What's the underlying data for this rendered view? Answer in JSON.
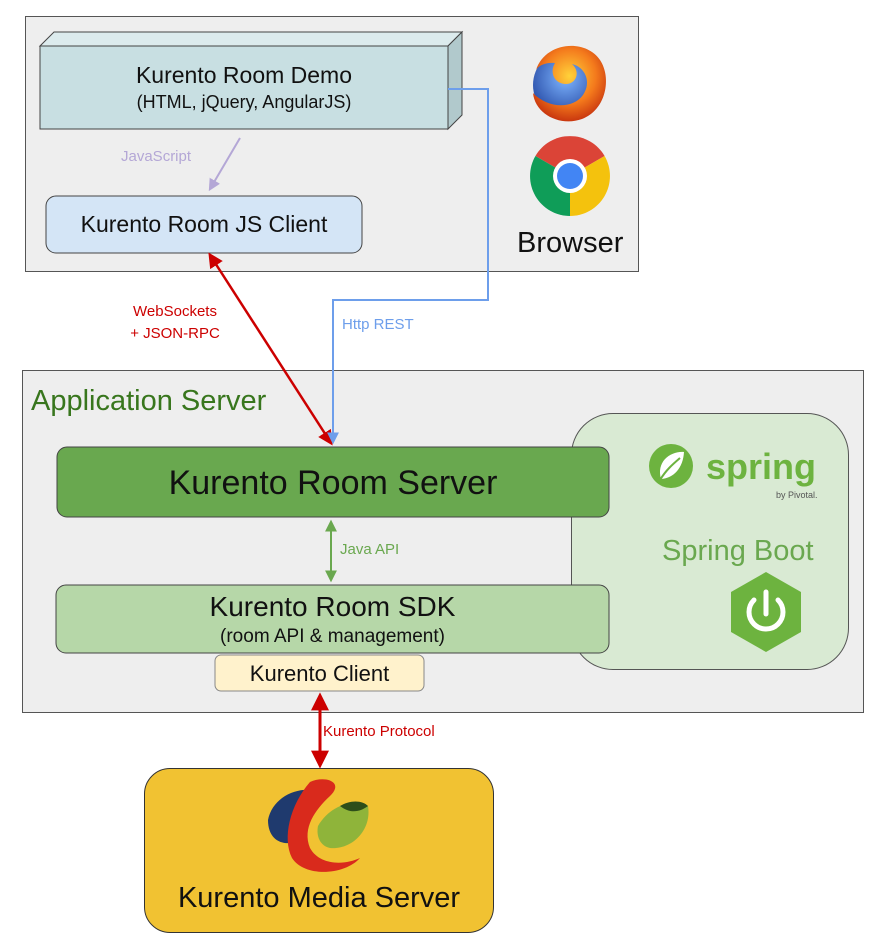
{
  "browser_panel": {
    "label": "Browser",
    "demo_box": {
      "title": "Kurento Room Demo",
      "subtitle": "(HTML, jQuery, AngularJS)"
    },
    "js_client": "Kurento Room JS Client",
    "javascript_label": "JavaScript",
    "icons": [
      "firefox-logo",
      "chrome-logo"
    ]
  },
  "connections": {
    "websockets": "WebSockets",
    "jsonrpc": "+ JSON-RPC",
    "http_rest": "Http REST",
    "java_api": "Java API",
    "kurento_protocol": "Kurento Protocol"
  },
  "app_server": {
    "label": "Application Server",
    "room_server": "Kurento Room Server",
    "sdk_title": "Kurento Room SDK",
    "sdk_subtitle": "(room API & management)",
    "kurento_client": "Kurento Client"
  },
  "spring_box": {
    "spring_logo_text": "spring",
    "pivotal_text": "by Pivotal.",
    "boot_label": "Spring Boot",
    "icons": [
      "spring-leaf-logo",
      "spring-boot-power-logo"
    ]
  },
  "media_server": {
    "label": "Kurento Media Server",
    "icon": "kurento-logo"
  },
  "colors": {
    "panel_bg": "#eeeeee",
    "demo_box": "#c8dfe2",
    "js_client_box": "#d4e5f6",
    "room_server": "#69a84f",
    "sdk": "#b6d7a8",
    "spring_area": "#d9ead3",
    "kurento_client": "#fff2cc",
    "media_server": "#f1c232",
    "websocket_arrow": "#cc0000",
    "http_arrow": "#6d9eeb",
    "java_arrow": "#6aa84f",
    "js_arrow": "#b4a7d6",
    "app_server_text": "#38761d"
  }
}
